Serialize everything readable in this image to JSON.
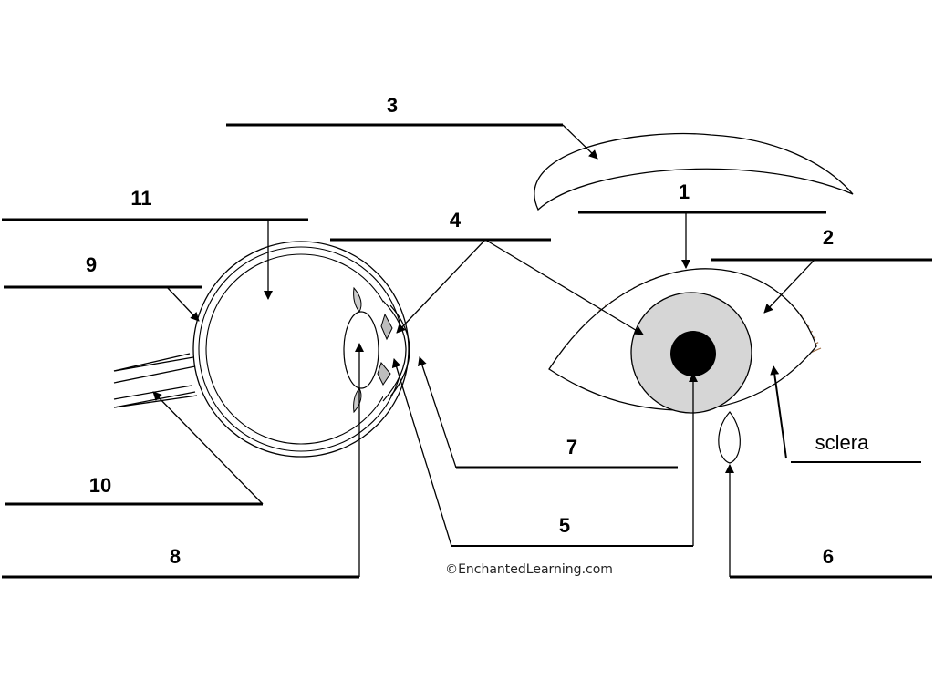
{
  "labels": {
    "l1": "1",
    "l2": "2",
    "l3": "3",
    "l4": "4",
    "l5": "5",
    "l6": "6",
    "l7": "7",
    "l8": "8",
    "l9": "9",
    "l10": "10",
    "l11": "11",
    "sclera": "sclera"
  },
  "credit": "©EnchantedLearning.com",
  "colors": {
    "iris": "#d6d6d6",
    "pupil": "#000000",
    "eyelash": "#a0704a",
    "lens_part": "#bdbdbd"
  }
}
